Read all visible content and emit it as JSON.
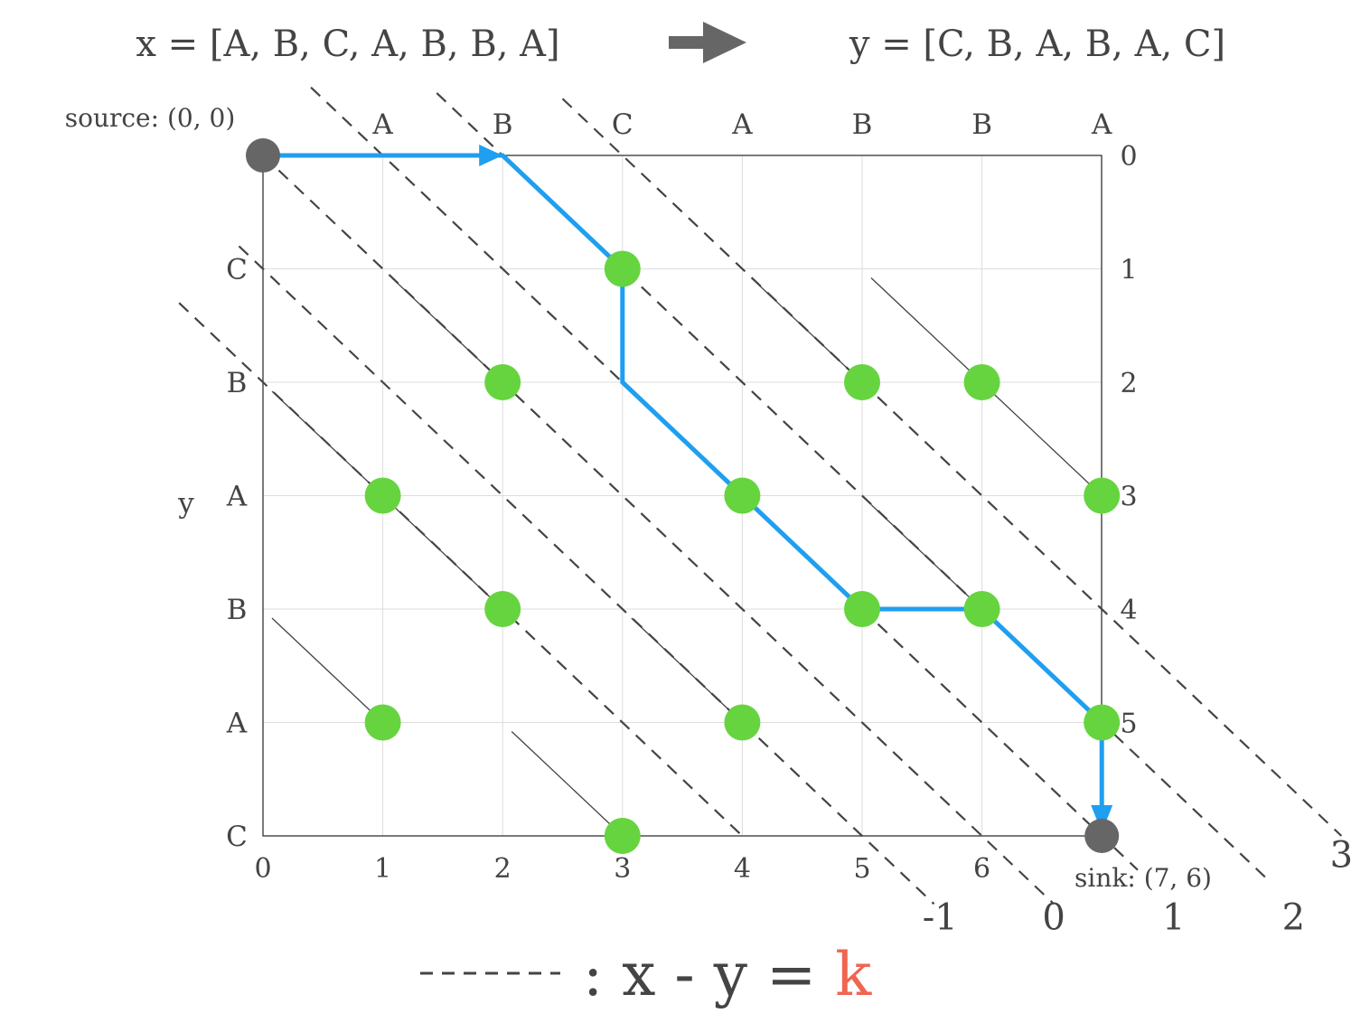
{
  "sequences": {
    "x_text": "x = [A, B, C, A, B, B, A]",
    "y_text": "y = [C, B, A, B, A, C]",
    "x": [
      "A",
      "B",
      "C",
      "A",
      "B",
      "B",
      "A"
    ],
    "y": [
      "C",
      "B",
      "A",
      "B",
      "A",
      "C"
    ]
  },
  "grid": {
    "x_ticks": [
      "0",
      "1",
      "2",
      "3",
      "4",
      "5",
      "6"
    ],
    "y_ticks": [
      "0",
      "1",
      "2",
      "3",
      "4",
      "5"
    ],
    "y_axis_label": "y",
    "source_label": "source: (0, 0)",
    "sink_label": "sink: (7, 6)"
  },
  "diagonals": {
    "k_labels": [
      "-1",
      "0",
      "1",
      "2",
      "3"
    ]
  },
  "matches": [
    [
      3,
      1
    ],
    [
      2,
      2
    ],
    [
      5,
      2
    ],
    [
      6,
      2
    ],
    [
      1,
      3
    ],
    [
      4,
      3
    ],
    [
      7,
      3
    ],
    [
      2,
      4
    ],
    [
      5,
      4
    ],
    [
      6,
      4
    ],
    [
      1,
      5
    ],
    [
      4,
      5
    ],
    [
      7,
      5
    ],
    [
      3,
      6
    ]
  ],
  "path": [
    [
      0,
      0
    ],
    [
      2,
      0
    ],
    [
      3,
      1
    ],
    [
      3,
      2
    ],
    [
      5,
      4
    ],
    [
      6,
      4
    ],
    [
      7,
      5
    ],
    [
      7,
      6
    ]
  ],
  "legend": {
    "text": ": x - y = ",
    "k": "k"
  },
  "colors": {
    "match": "#66d43f",
    "path": "#1f9fef",
    "node": "#666666",
    "k_label": "#f06552",
    "grid": "#dddddd",
    "text": "#444444"
  }
}
